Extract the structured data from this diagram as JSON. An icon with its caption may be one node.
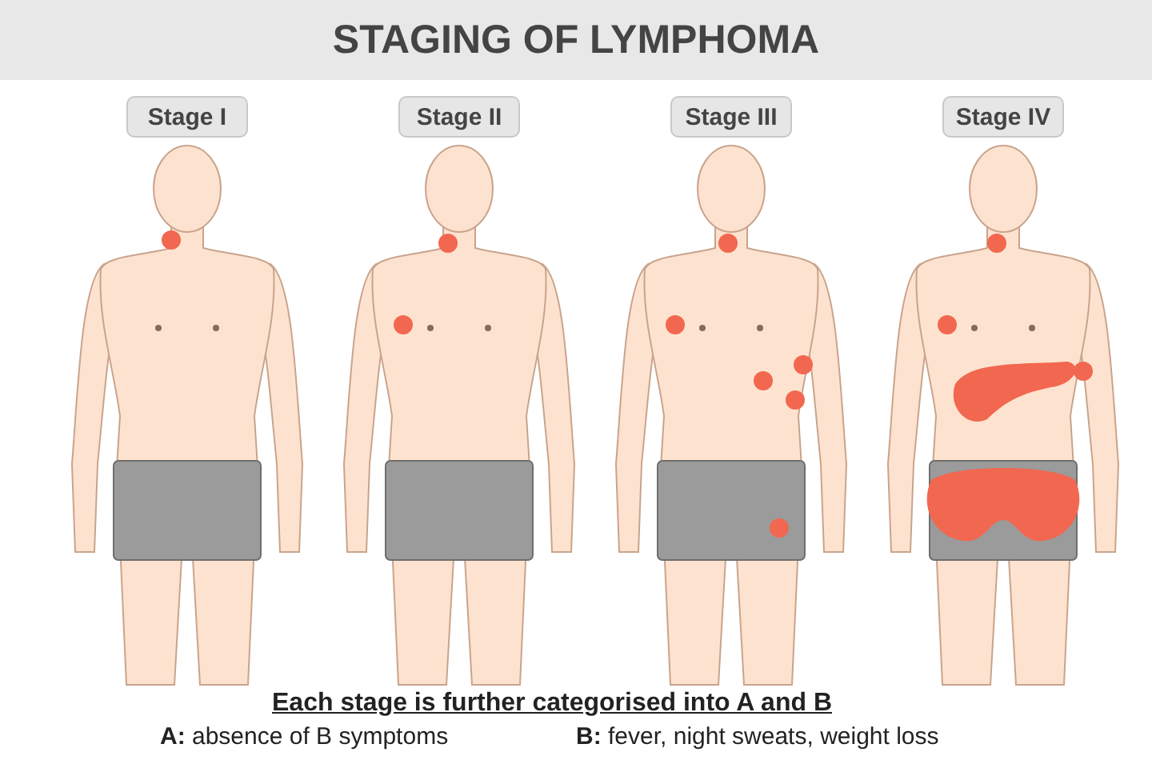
{
  "diagram": {
    "title": "STAGING OF LYMPHOMA",
    "nodes": [
      {
        "text": [
          "Stage I"
        ]
      },
      {
        "text": [
          "Stage II"
        ]
      },
      {
        "text": [
          "Stage III"
        ]
      },
      {
        "text": [
          "Stage IV"
        ]
      }
    ],
    "labels": [
      "Each stage is further categorised into A and B",
      "**A:** absence of B symptoms",
      "**B:** fever, night sweats, weight loss"
    ]
  }
}
